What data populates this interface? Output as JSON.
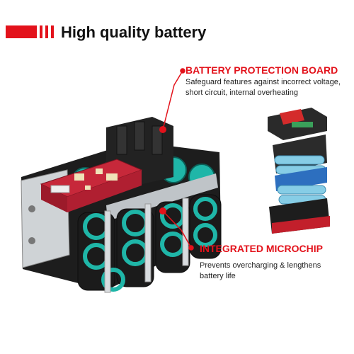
{
  "header": {
    "title": "High quality battery",
    "accent_color": "#e3121b"
  },
  "callouts": {
    "protection_board": {
      "title": "BATTERY PROTECTION BOARD",
      "line1": "Safeguard features against incorrect voltage,",
      "line2": "short circuit, internal overheating"
    },
    "microchip": {
      "title": "INTEGRATED MICROCHIP",
      "line1": "Prevents overcharging & lengthens",
      "line2": "battery life"
    }
  },
  "colors": {
    "cell_teal": "#1fb6a8",
    "cell_dark": "#1b1b1b",
    "board_red": "#c7283a",
    "metal": "#cfd3d6"
  }
}
